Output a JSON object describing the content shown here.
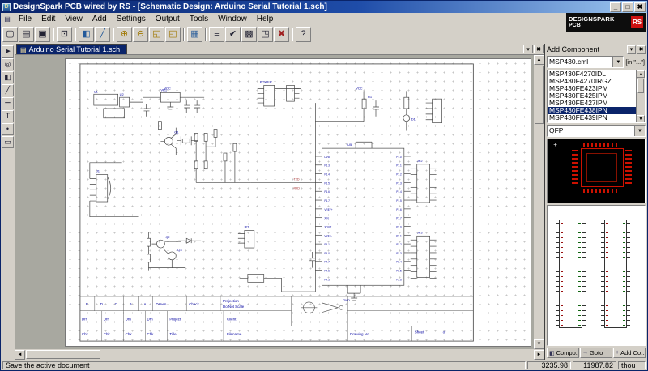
{
  "window": {
    "title": "DesignSpark PCB wired by RS - [Schematic Design: Arduino Serial Tutorial 1.sch]"
  },
  "brand": {
    "name": "DESIGNSPARK",
    "product": "PCB",
    "badge": "RS"
  },
  "icons": {
    "app": "D",
    "document": "▤",
    "minimize": "_",
    "maximize": "□",
    "close": "✖",
    "chevron_down": "▾",
    "dropdown": "▼",
    "scroll_left": "◄",
    "scroll_right": "►",
    "scroll_up": "▲",
    "scroll_down": "▼",
    "new": "▢",
    "open": "▤",
    "save": "▣",
    "print": "⊡",
    "component": "◧",
    "wire": "╱",
    "zoom_in": "⊕",
    "zoom_out": "⊖",
    "zoom_window": "◱",
    "zoom_all": "◰",
    "grid": "▦",
    "library": "≡",
    "check": "✔",
    "to_pcb": "▩",
    "view_3d": "◳",
    "delete": "✖",
    "help": "?",
    "select": "➤",
    "pad": "◎",
    "bus": "═",
    "text_tool": "T",
    "junction": "•",
    "shape": "▭",
    "tab_component": "◧",
    "tab_goto": "→",
    "tab_add": "+",
    "origin": "+"
  },
  "menu": {
    "items": [
      "File",
      "Edit",
      "View",
      "Add",
      "Settings",
      "Output",
      "Tools",
      "Window",
      "Help"
    ]
  },
  "document": {
    "tab_label": "Arduino Serial Tutorial 1.sch"
  },
  "add_component": {
    "title": "Add Component",
    "library": "MSP430.cml",
    "filter": "[in \"...\"]",
    "items": [
      "MSP430F4270IDL",
      "MSP430F4270IRGZ",
      "MSP430FE423IPM",
      "MSP430FE425IPM",
      "MSP430FE427IPM",
      "MSP430FE438IPN",
      "MSP430FE439IPN"
    ],
    "package": "QFP",
    "tabs": [
      "Compo...",
      "Goto",
      "Add Co..."
    ]
  },
  "schematic": {
    "refs": {
      "u1": "U1",
      "u2": "U2",
      "vr1": "VR1",
      "r1": "R1",
      "d1": "D1",
      "q1": "Q1",
      "q2": "Q2",
      "q3": "Q3",
      "j1": "J1",
      "jp1": "JP1",
      "jp2": "JP2",
      "jp3": "JP3",
      "u5": "U5"
    },
    "nets": {
      "power": "POWER",
      "vcc1": "VCC",
      "vcc2": "VCC",
      "gnd": "GND",
      "txd": "TXD",
      "rxd": "RXD"
    },
    "ic_left_pins": [
      "DVcc",
      "P6.3",
      "P6.4",
      "P6.5",
      "P6.6",
      "P6.7",
      "VREF+",
      "XIN",
      "XOUT",
      "VREF-",
      "P5.1",
      "P5.0",
      "P4.7",
      "P4.6",
      "P4.5"
    ],
    "ic_right_pins": [
      "P1.0",
      "P1.1",
      "P1.2",
      "P1.3",
      "P1.4",
      "P1.5",
      "P1.6",
      "P1.7",
      "P2.0",
      "P2.1",
      "P2.2",
      "P2.3",
      "P2.4",
      "P2.5",
      "P2.6"
    ],
    "title_block": {
      "revs": [
        "E",
        "D",
        "C",
        "B",
        "A"
      ],
      "drawn": "Drawn",
      "check": "Check",
      "projection": "Projection",
      "do_not_scale": "Do Not Scale",
      "drn": "Drn",
      "chk": "Chk",
      "project": "Project",
      "client": "Client",
      "title": "Title",
      "filename": "Filename",
      "drawing_no": "Drawing No.",
      "sheet": "Sheet",
      "of": "of"
    }
  },
  "status": {
    "message": "Save the active document",
    "x": "3235.98",
    "y": "11987.82",
    "units": "thou"
  }
}
